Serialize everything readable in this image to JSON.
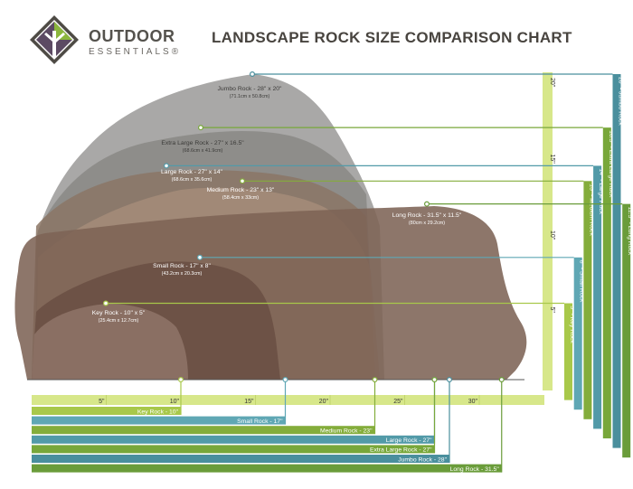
{
  "brand": {
    "name": "OUTDOOR",
    "sub": "ESSENTIALS®"
  },
  "title": "LANDSCAPE ROCK SIZE COMPARISON CHART",
  "colors": {
    "key": "#a8c84a",
    "small": "#5fa7b4",
    "medium": "#84ad3b",
    "large": "#529aa8",
    "xlarge": "#78a73a",
    "jumbo": "#4a8f9d",
    "long": "#6a9c3a",
    "ruler": "#d7e78a"
  },
  "rocks": [
    {
      "id": "jumbo",
      "label": "Jumbo Rock - 28\" x 20\"",
      "metric": "(71.1cm x 50.8cm)",
      "side": "20\" - Jumbo Rock",
      "bottom": "Jumbo Rock - 28\"",
      "width_in": 28,
      "height_in": 20
    },
    {
      "id": "xlarge",
      "label": "Extra Large Rock - 27\" x 16.5\"",
      "metric": "(68.6cm x 41.9cm)",
      "side": "16.5\" - Extra Large Rock",
      "bottom": "Extra Large Rock - 27\"",
      "width_in": 27,
      "height_in": 16.5
    },
    {
      "id": "large",
      "label": "Large Rock - 27\" x 14\"",
      "metric": "(68.6cm x 35.6cm)",
      "side": "14\" - Large Rock",
      "bottom": "Large Rock - 27\"",
      "width_in": 27,
      "height_in": 14
    },
    {
      "id": "medium",
      "label": "Medium Rock - 23\" x 13\"",
      "metric": "(58.4cm x 33cm)",
      "side": "13\" - Medium Rock",
      "bottom": "Medium Rock - 23\"",
      "width_in": 23,
      "height_in": 13
    },
    {
      "id": "long",
      "label": "Long Rock - 31.5\" x 11.5\"",
      "metric": "(80cm x 29.2cm)",
      "side": "11.5\" - Long Rock",
      "bottom": "Long Rock - 31.5\"",
      "width_in": 31.5,
      "height_in": 11.5
    },
    {
      "id": "small",
      "label": "Small Rock - 17\" x 8\"",
      "metric": "(43.2cm x 20.3cm)",
      "side": "8\" - Small Rock",
      "bottom": "Small Rock - 17\"",
      "width_in": 17,
      "height_in": 8
    },
    {
      "id": "key",
      "label": "Key Rock - 10\" x 5\"",
      "metric": "(25.4cm x 12.7cm)",
      "side": "5\" - Key Rock",
      "bottom": "Key Rock - 10\"",
      "width_in": 10,
      "height_in": 5
    }
  ],
  "ruler": {
    "x_ticks": [
      "5\"",
      "10\"",
      "15\"",
      "20\"",
      "25\"",
      "30\""
    ],
    "y_ticks": [
      "5\"",
      "10\"",
      "15\"",
      "20\""
    ]
  }
}
